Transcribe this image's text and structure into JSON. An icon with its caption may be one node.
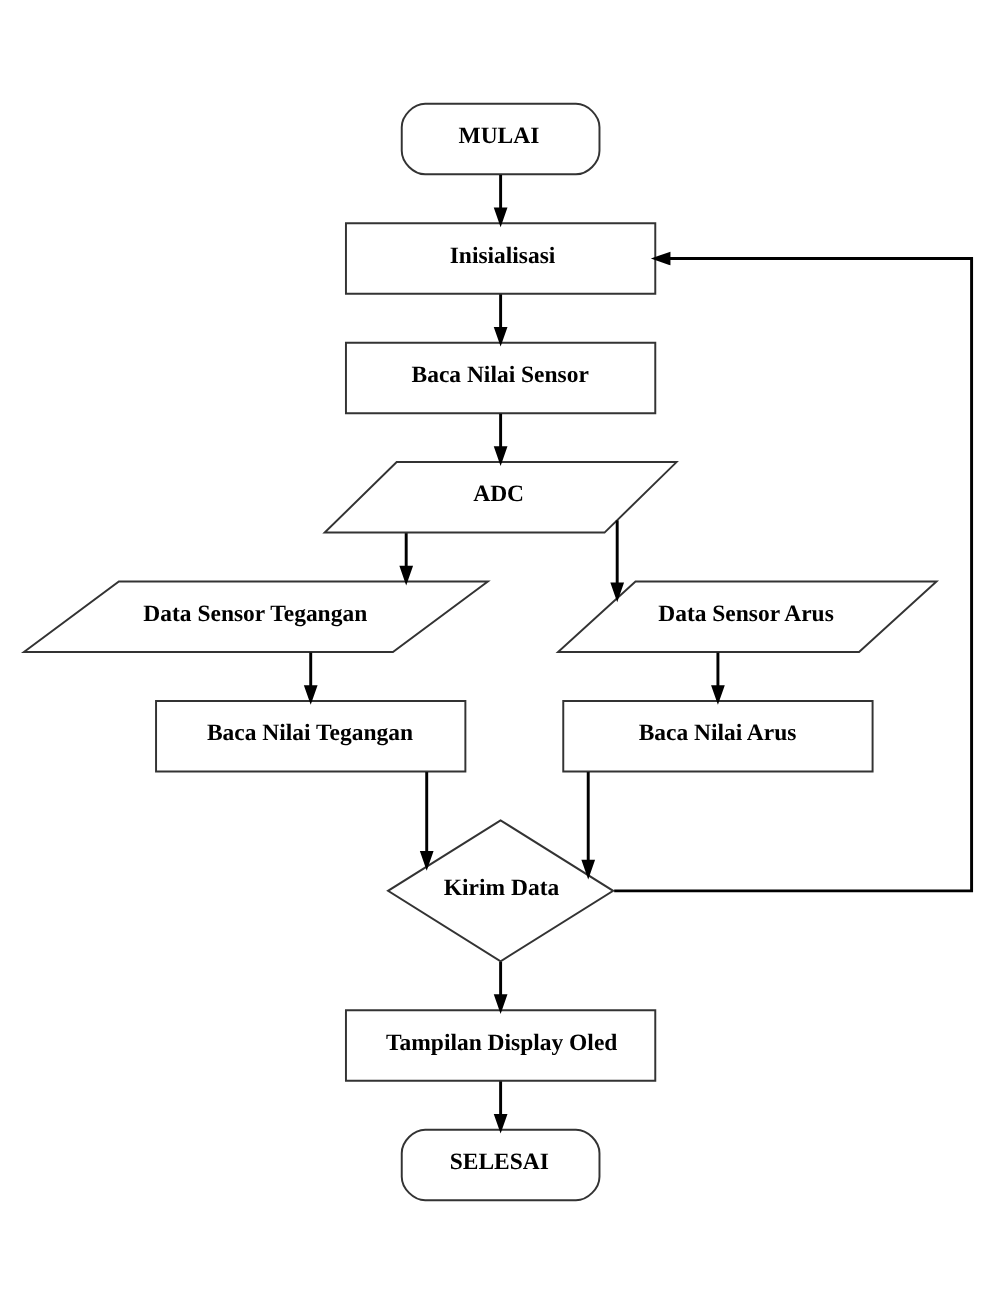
{
  "diagram": {
    "nodes": [
      {
        "text": [
          "MULAI"
        ]
      },
      {
        "text": [
          "Inisialisasi"
        ]
      },
      {
        "text": [
          "Baca Nilai Sensor"
        ]
      },
      {
        "text": [
          "ADC"
        ]
      },
      {
        "text": [
          "Data Sensor Tegangan"
        ]
      },
      {
        "text": [
          "Data Sensor Arus"
        ]
      },
      {
        "text": [
          "Baca Nilai Tegangan"
        ]
      },
      {
        "text": [
          "Baca Nilai Arus"
        ]
      },
      {
        "text": [
          "Kirim Data"
        ]
      },
      {
        "text": [
          "Tampilan Display Oled"
        ]
      },
      {
        "text": [
          "SELESAI"
        ]
      }
    ],
    "edges": [
      {
        "from": 0,
        "to": 1,
        "arrow": "to"
      },
      {
        "from": 1,
        "to": 2,
        "arrow": "to"
      },
      {
        "from": 2,
        "to": 3,
        "arrow": "to"
      },
      {
        "from": 3,
        "to": 4,
        "arrow": "to"
      },
      {
        "from": 3,
        "to": 5,
        "arrow": "to"
      },
      {
        "from": 4,
        "to": 6,
        "arrow": "to"
      },
      {
        "from": 5,
        "to": 7,
        "arrow": "to"
      },
      {
        "from": 6,
        "to": 8,
        "arrow": "to"
      },
      {
        "from": 7,
        "to": 8,
        "arrow": "to"
      },
      {
        "from": 8,
        "to": 9,
        "arrow": "to"
      },
      {
        "from": 9,
        "to": 10,
        "arrow": "to"
      },
      {
        "from": 8,
        "to": 1,
        "arrow": "to"
      }
    ]
  }
}
